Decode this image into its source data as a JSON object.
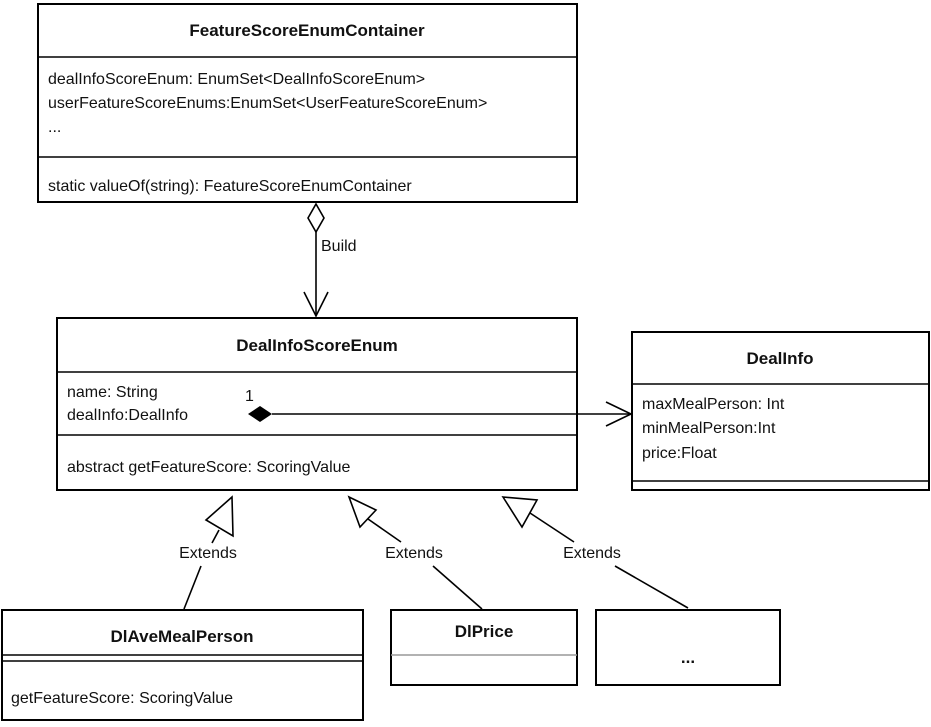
{
  "classes": {
    "container": {
      "name": "FeatureScoreEnumContainer",
      "attributes": [
        "dealInfoScoreEnum: EnumSet<DealInfoScoreEnum>",
        "userFeatureScoreEnums:EnumSet<UserFeatureScoreEnum>",
        "..."
      ],
      "methods": [
        "static valueOf(string): FeatureScoreEnumContainer"
      ]
    },
    "deal_info_score_enum": {
      "name": "DealInfoScoreEnum",
      "attributes": [
        "name: String",
        "dealInfo:DealInfo"
      ],
      "methods": [
        "abstract getFeatureScore: ScoringValue"
      ]
    },
    "deal_info": {
      "name": "DealInfo",
      "attributes": [
        "maxMealPerson: Int",
        "minMealPerson:Int",
        "price:Float"
      ]
    },
    "dl_ave_meal_person": {
      "name": "DlAveMealPerson",
      "methods": [
        "getFeatureScore: ScoringValue"
      ]
    },
    "dl_price": {
      "name": "DlPrice"
    },
    "more": {
      "name": "..."
    }
  },
  "relations": {
    "build_label": "Build",
    "multiplicity": "1",
    "extends_labels": [
      "Extends",
      "Extends",
      "Extends"
    ]
  }
}
